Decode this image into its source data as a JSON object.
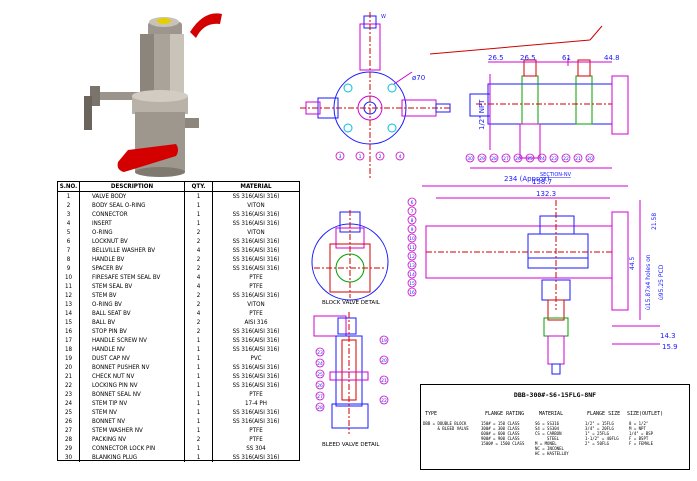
{
  "table": {
    "headers": [
      "S.NO.",
      "DESCRIPTION",
      "QTY.",
      "MATERIAL"
    ],
    "rows": [
      {
        "no": "1",
        "desc": "VALVE BODY",
        "qty": "1",
        "mat": "SS 316(AISI 316)"
      },
      {
        "no": "2",
        "desc": "BODY SEAL O-RING",
        "qty": "1",
        "mat": "VITON"
      },
      {
        "no": "3",
        "desc": "CONNECTOR",
        "qty": "1",
        "mat": "SS 316(AISI 316)"
      },
      {
        "no": "4",
        "desc": "INSERT",
        "qty": "1",
        "mat": "SS 316(AISI 316)"
      },
      {
        "no": "5",
        "desc": "O-RING",
        "qty": "2",
        "mat": "VITON"
      },
      {
        "no": "6",
        "desc": "LOCKNUT BV",
        "qty": "2",
        "mat": "SS 316(AISI 316)"
      },
      {
        "no": "7",
        "desc": "BELLVILLE WASHER BV",
        "qty": "4",
        "mat": "SS 316(AISI 316)"
      },
      {
        "no": "8",
        "desc": "HANDLE BV",
        "qty": "2",
        "mat": "SS 316(AISI 316)"
      },
      {
        "no": "9",
        "desc": "SPACER BV",
        "qty": "2",
        "mat": "SS 316(AISI 316)"
      },
      {
        "no": "10",
        "desc": "FIRESAFE STEM SEAL BV",
        "qty": "4",
        "mat": "PTFE"
      },
      {
        "no": "11",
        "desc": "STEM SEAL BV",
        "qty": "4",
        "mat": "PTFE"
      },
      {
        "no": "12",
        "desc": "STEM BV",
        "qty": "2",
        "mat": "SS 316(AISI 316)"
      },
      {
        "no": "13",
        "desc": "O-RING BV",
        "qty": "2",
        "mat": "VITON"
      },
      {
        "no": "14",
        "desc": "BALL SEAT BV",
        "qty": "4",
        "mat": "PTFE"
      },
      {
        "no": "15",
        "desc": "BALL BV",
        "qty": "2",
        "mat": "AISI 316"
      },
      {
        "no": "16",
        "desc": "STOP PIN BV",
        "qty": "2",
        "mat": "SS 316(AISI 316)"
      },
      {
        "no": "17",
        "desc": "HANDLE SCREW NV",
        "qty": "1",
        "mat": "SS 316(AISI 316)"
      },
      {
        "no": "18",
        "desc": "HANDLE NV",
        "qty": "1",
        "mat": "SS 316(AISI 316)"
      },
      {
        "no": "19",
        "desc": "DUST CAP NV",
        "qty": "1",
        "mat": "PVC"
      },
      {
        "no": "20",
        "desc": "BONNET PUSHER NV",
        "qty": "1",
        "mat": "SS 316(AISI 316)"
      },
      {
        "no": "21",
        "desc": "CHECK NUT NV",
        "qty": "1",
        "mat": "SS 316(AISI 316)"
      },
      {
        "no": "22",
        "desc": "LOCKING PIN NV",
        "qty": "1",
        "mat": "SS 316(AISI 316)"
      },
      {
        "no": "23",
        "desc": "BONNET SEAL NV",
        "qty": "1",
        "mat": "PTFE"
      },
      {
        "no": "24",
        "desc": "STEM TIP NV",
        "qty": "1",
        "mat": "17-4 PH"
      },
      {
        "no": "25",
        "desc": "STEM NV",
        "qty": "1",
        "mat": "SS 316(AISI 316)"
      },
      {
        "no": "26",
        "desc": "BONNET NV",
        "qty": "1",
        "mat": "SS 316(AISI 316)"
      },
      {
        "no": "27",
        "desc": "STEM WASHER NV",
        "qty": "1",
        "mat": "PTFE"
      },
      {
        "no": "28",
        "desc": "PACKING NV",
        "qty": "2",
        "mat": "PTFE"
      },
      {
        "no": "29",
        "desc": "CONNECTOR LOCK PIN",
        "qty": "1",
        "mat": "SS 304"
      },
      {
        "no": "30",
        "desc": "BLANKING PLUG",
        "qty": "1",
        "mat": "SS 316(AISI 316)"
      }
    ]
  },
  "top_view": {
    "dims": {
      "d1": "26.5",
      "d2": "26.5",
      "d3": "61",
      "d4": "44.8"
    },
    "npt": "1/2\" NPT",
    "section_label": "SECTION-NV",
    "overall": "234 (Approx)",
    "front_dia": "ø70",
    "front_w": "W"
  },
  "side_view": {
    "d_158": "158.7",
    "d_132": "132.3",
    "d_21": "21.58",
    "pcd": "ù95.25 PCD",
    "holes": "ù15.87x4 holes on",
    "d_445": "44.5",
    "d_143": "14.3",
    "d_159": "15.9"
  },
  "details": {
    "block_valve": "BLOCK VALVE DETAIL",
    "bleed_valve": "BLEED VALVE DETAIL"
  },
  "balloons_top": [
    "30",
    "29",
    "28",
    "27",
    "26",
    "25",
    "24",
    "23",
    "22",
    "21",
    "20"
  ],
  "balloons_block": [
    "6",
    "7",
    "8",
    "9",
    "10",
    "11",
    "12",
    "13",
    "14",
    "15",
    "16"
  ],
  "balloons_bleed_left": [
    "23",
    "24",
    "25",
    "26",
    "27",
    "28"
  ],
  "balloons_bleed_right": [
    "19",
    "20",
    "21",
    "22"
  ],
  "balloon_front": [
    "3",
    "1",
    "2",
    "4"
  ],
  "code": {
    "title": "DBB-300#-S6-15FLG-8NF",
    "labels": [
      "TYPE",
      "FLANGE RATING",
      "MATERIAL",
      "FLANGE SIZE",
      "SIZE(OUTLET)"
    ],
    "type_list": "DBB = DOUBLE BLOCK\n      & BLEED VALVE",
    "rating_list": "150# = 150 CLASS\n300# = 300 CLASS\n600# = 600 CLASS\n900# = 900 CLASS\n1500# = 1500 CLASS",
    "material_list": "S6 = SS316\nS4 = SS304\nCS = CARBON\n     STEEL\nM = MONEL\nNC = INCONEL\nHC = HASTELLOY",
    "fsize_list": "1/2\" = 15FLG\n3/4\" = 20FLG\n1\" = 25FLG\n1-1/2\" = 40FLG\n2\" = 50FLG",
    "outlet_list": "8 = 1/2\"\nM = NPT\n1/4\" = BSP\nF = BSPT\nF = FEMALE"
  },
  "colors": {
    "red": "#e00000",
    "blue": "#1a1aff",
    "magenta": "#d000d0",
    "green": "#00a000",
    "cyan": "#00c0e0",
    "steel": "#b8b0a8"
  }
}
